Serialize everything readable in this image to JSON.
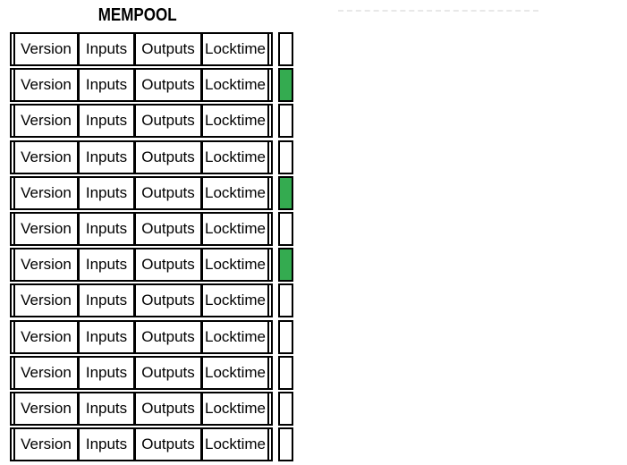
{
  "header": {
    "title": "MEMPOOL"
  },
  "colors": {
    "background": "#ffffff",
    "border": "#000000",
    "highlight_green": "#34ab50",
    "dashed_line_gray": "#e8e8e8"
  },
  "divider": {
    "style": "dashed-horizontal-line"
  },
  "mempool": {
    "field_labels": [
      "Version",
      "Inputs",
      "Outputs",
      "Locktime"
    ],
    "transactions": [
      {
        "highlighted": false
      },
      {
        "highlighted": true
      },
      {
        "highlighted": false
      },
      {
        "highlighted": false
      },
      {
        "highlighted": true
      },
      {
        "highlighted": false
      },
      {
        "highlighted": true
      },
      {
        "highlighted": false
      },
      {
        "highlighted": false
      },
      {
        "highlighted": false
      },
      {
        "highlighted": false
      },
      {
        "highlighted": false
      }
    ]
  }
}
